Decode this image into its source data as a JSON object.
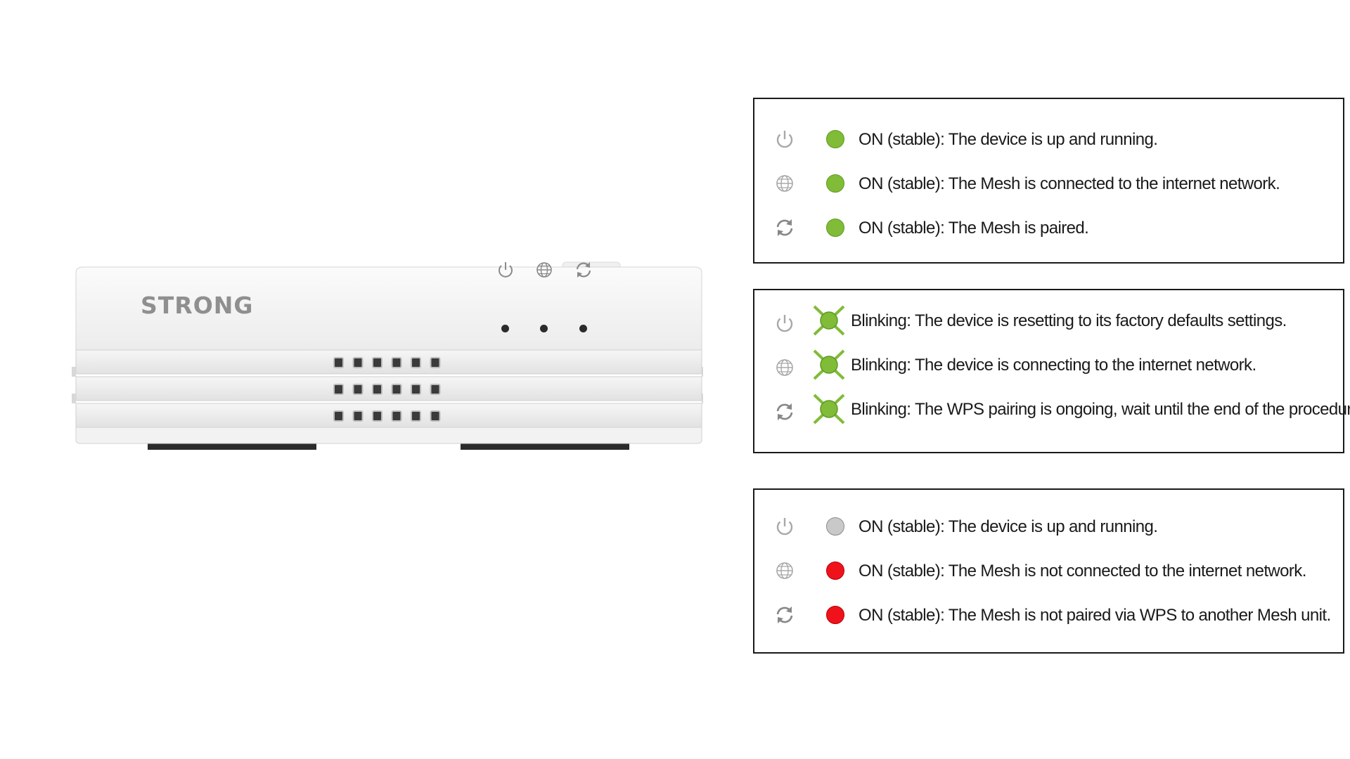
{
  "device": {
    "brand": "STRONG",
    "indicators": [
      {
        "icon": "power-icon"
      },
      {
        "icon": "globe-icon"
      },
      {
        "icon": "sync-icon"
      }
    ]
  },
  "colors": {
    "green": "#80bc37",
    "grey": "#c9c9c9",
    "red": "#f0121a",
    "icon_grey": "#9a9a9a"
  },
  "legend": {
    "stable": [
      {
        "icon": "power-icon",
        "led": "green",
        "text": "ON (stable): The device is up and running."
      },
      {
        "icon": "globe-icon",
        "led": "green",
        "text": "ON (stable):  The Mesh is connected to the internet network."
      },
      {
        "icon": "sync-icon",
        "led": "green",
        "text": "ON (stable): The Mesh is paired."
      }
    ],
    "blinking": [
      {
        "icon": "power-icon",
        "led": "green-blinking",
        "text": "Blinking: The device is resetting to its factory defaults settings."
      },
      {
        "icon": "globe-icon",
        "led": "green-blinking",
        "text": "Blinking: The device is connecting to the internet network."
      },
      {
        "icon": "sync-icon",
        "led": "green-blinking",
        "text": "Blinking: The WPS pairing is ongoing, wait until the end of the procedure."
      }
    ],
    "fault": [
      {
        "icon": "power-icon",
        "led": "grey",
        "text": "ON (stable): The device is up and running."
      },
      {
        "icon": "globe-icon",
        "led": "red",
        "text": "ON (stable): The Mesh is not connected to the internet network."
      },
      {
        "icon": "sync-icon",
        "led": "red",
        "text": "ON (stable): The Mesh is not paired via WPS to another Mesh unit."
      }
    ]
  }
}
